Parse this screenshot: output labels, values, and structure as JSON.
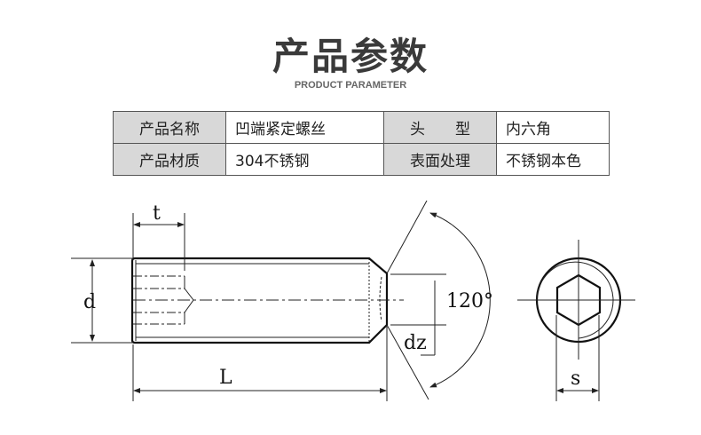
{
  "header": {
    "title": "产品参数",
    "subtitle": "PRODUCT PARAMETER"
  },
  "spec_table": {
    "rows": [
      {
        "label1": "产品名称",
        "value1": "凹端紧定螺丝",
        "label2": "头　　型",
        "value2": "内六角"
      },
      {
        "label1": "产品材质",
        "value1": "304不锈钢",
        "label2": "表面处理",
        "value2": "不锈钢本色"
      }
    ]
  },
  "drawing": {
    "labels": {
      "t": "t",
      "d": "d",
      "dz": "dz",
      "angle": "120°",
      "L": "L",
      "s": "s"
    }
  }
}
